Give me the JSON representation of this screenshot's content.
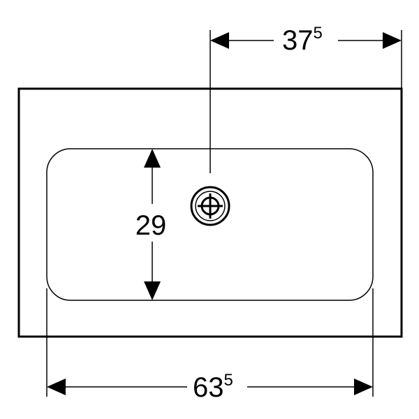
{
  "drawing": {
    "dimensions": {
      "top": {
        "main": "37",
        "sup": "5"
      },
      "vertical": {
        "main": "29"
      },
      "bottom": {
        "main": "63",
        "sup": "5"
      }
    },
    "colors": {
      "line": "#000000",
      "background": "#ffffff"
    },
    "icons": {
      "drain": "drain-icon"
    }
  }
}
